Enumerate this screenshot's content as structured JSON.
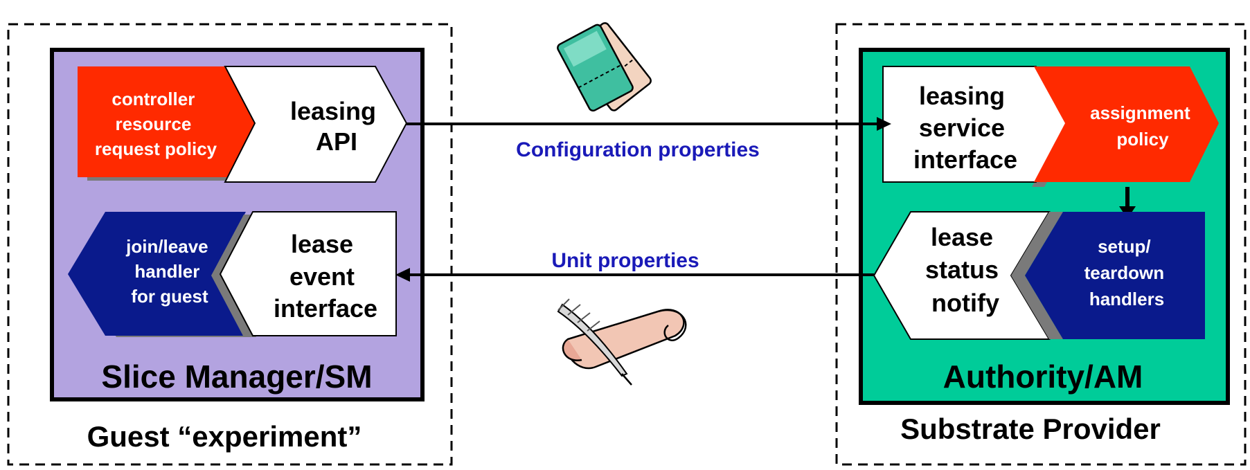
{
  "left_region": {
    "caption": "Guest “experiment”",
    "box_title": "Slice Manager/SM",
    "controller_policy": [
      "controller",
      "resource",
      "request policy"
    ],
    "leasing_api": [
      "leasing",
      "API"
    ],
    "join_leave_handler": [
      "join/leave",
      "handler",
      "for guest"
    ],
    "lease_event_interface": [
      "lease",
      "event",
      "interface"
    ]
  },
  "right_region": {
    "caption": "Substrate Provider",
    "box_title": "Authority/AM",
    "leasing_service_interface": [
      "leasing",
      "service",
      "interface"
    ],
    "assignment_policy": [
      "assignment",
      "policy"
    ],
    "lease_status_notify": [
      "lease",
      "status",
      "notify"
    ],
    "setup_teardown_handlers": [
      "setup/",
      "teardown",
      "handlers"
    ]
  },
  "arrows": {
    "top_label": "Configuration properties",
    "bottom_label": "Unit properties"
  },
  "icons": {
    "ticket": "ticket-icon",
    "scroll": "scroll-quill-icon"
  },
  "colors": {
    "sm_fill": "#b3a3e0",
    "am_fill": "#00cc99",
    "policy_red": "#ff2a00",
    "handler_navy": "#0a1a8c",
    "label_blue": "#1a1ab8"
  }
}
